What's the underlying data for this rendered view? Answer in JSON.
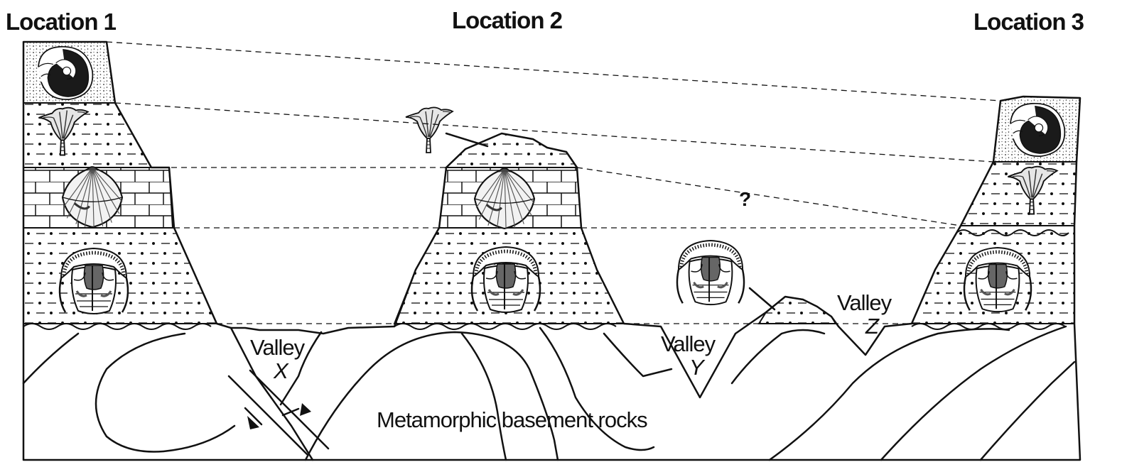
{
  "locations": {
    "loc1": "Location 1",
    "loc2": "Location 2",
    "loc3": "Location 3"
  },
  "valleys": {
    "x": {
      "word": "Valley",
      "letter": "X"
    },
    "y": {
      "word": "Valley",
      "letter": "Y"
    },
    "z": {
      "word": "Valley",
      "letter": "Z"
    }
  },
  "basement_label": "Metamorphic basement rocks",
  "unknown_marker": "?",
  "rock_layers_bottom_to_top": [
    "siltstone",
    "limestone",
    "siltstone",
    "sandstone"
  ],
  "fossils": [
    "trilobite",
    "brachiopod",
    "crinoid",
    "ammonite"
  ],
  "line_color": "#111111"
}
